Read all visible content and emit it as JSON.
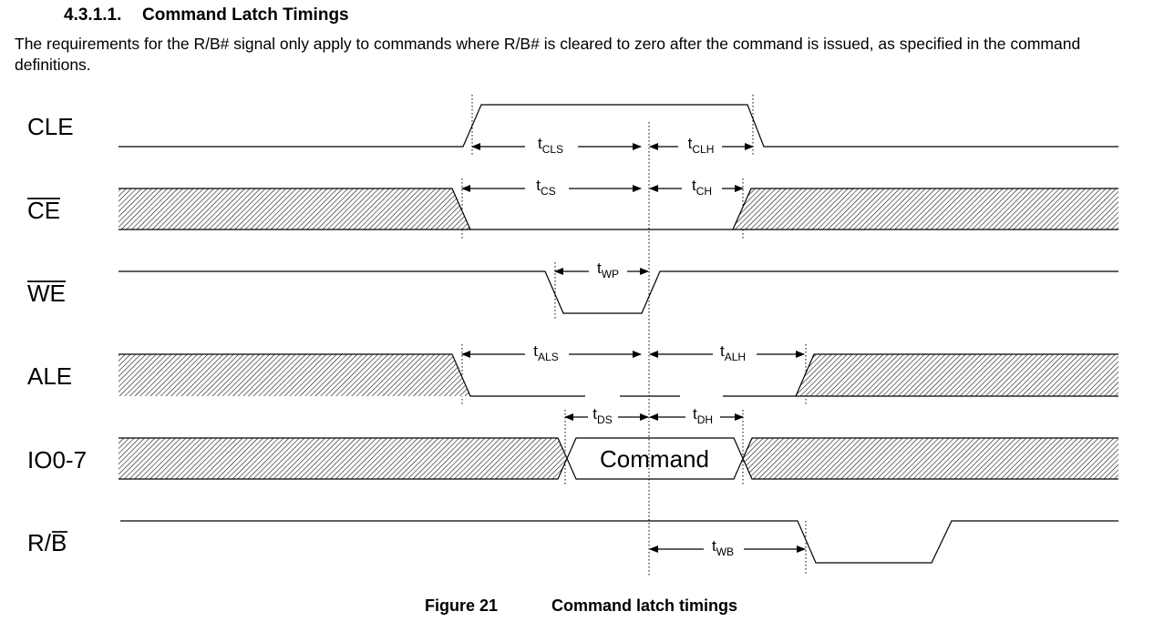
{
  "section": {
    "number": "4.3.1.1.",
    "title": "Command Latch Timings",
    "paragraph": "The requirements for the R/B# signal only apply to commands where R/B# is cleared to zero after the command is issued, as specified in the command definitions."
  },
  "signals": {
    "cle": "CLE",
    "ce": "CE",
    "we": "WE",
    "ale": "ALE",
    "io": "IO0-7",
    "rb_r": "R/",
    "rb_b": "B"
  },
  "bus_value": "Command",
  "timings": {
    "tcls": {
      "base": "t",
      "sub": "CLS"
    },
    "tclh": {
      "base": "t",
      "sub": "CLH"
    },
    "tcs": {
      "base": "t",
      "sub": "CS"
    },
    "tch": {
      "base": "t",
      "sub": "CH"
    },
    "twp": {
      "base": "t",
      "sub": "WP"
    },
    "tals": {
      "base": "t",
      "sub": "ALS"
    },
    "talh": {
      "base": "t",
      "sub": "ALH"
    },
    "tds": {
      "base": "t",
      "sub": "DS"
    },
    "tdh": {
      "base": "t",
      "sub": "DH"
    },
    "twb": {
      "base": "t",
      "sub": "WB"
    }
  },
  "figure": {
    "label": "Figure 21",
    "caption": "Command latch timings"
  }
}
